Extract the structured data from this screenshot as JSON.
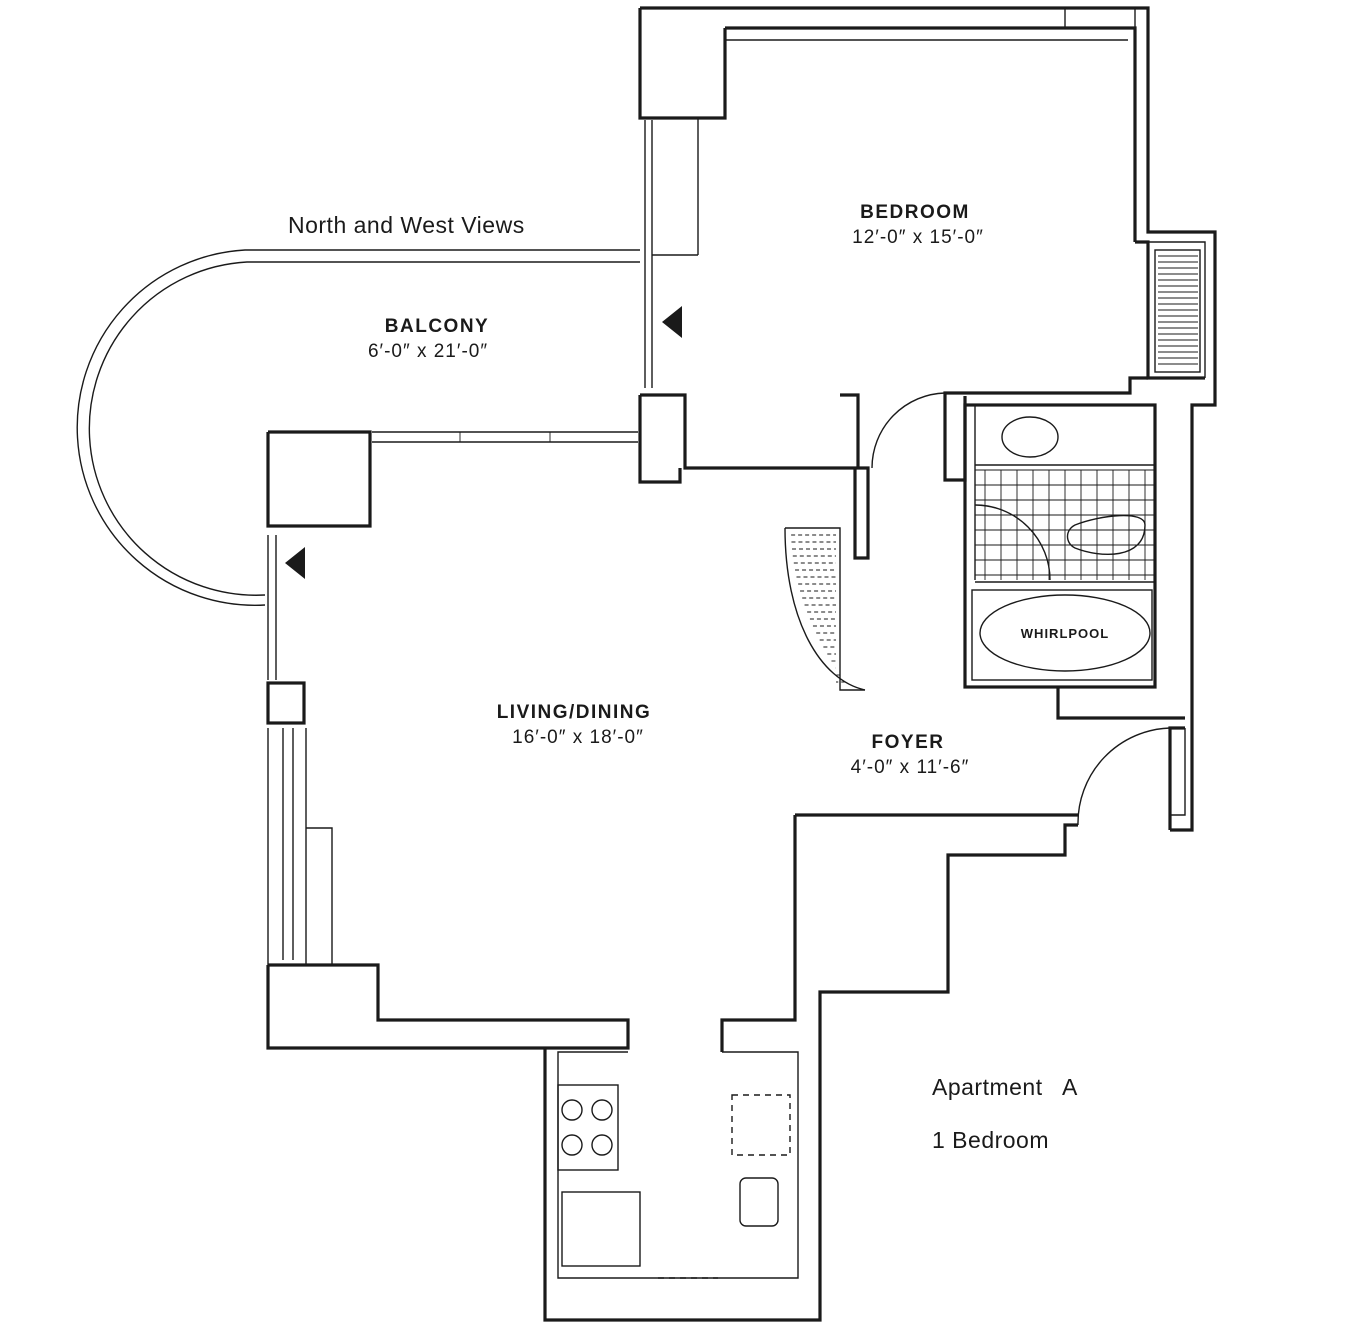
{
  "views_label": "North and West Views",
  "rooms": {
    "bedroom": {
      "name": "BEDROOM",
      "dims": "12′-0″ x 15′-0″"
    },
    "balcony": {
      "name": "BALCONY",
      "dims": "6′-0″ x 21′-0″"
    },
    "living": {
      "name": "LIVING/DINING",
      "dims": "16′-0″ x 18′-0″"
    },
    "foyer": {
      "name": "FOYER",
      "dims": "4′-0″ x 11′-6″"
    }
  },
  "fixtures": {
    "tub": "WHIRLPOOL"
  },
  "unit": {
    "name": "Apartment   A",
    "type": "1 Bedroom"
  }
}
